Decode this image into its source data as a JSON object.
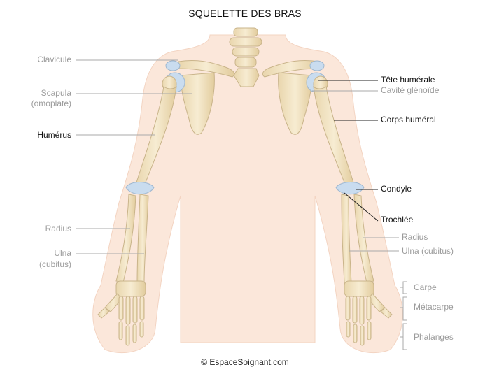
{
  "title": "SQUELETTE DES BRAS",
  "copyright": "© EspaceSoignant.com",
  "labels_left": {
    "clavicule": "Clavicule",
    "scapula": "Scapula",
    "scapula_alt": "(omoplate)",
    "humerus": "Humérus",
    "radius": "Radius",
    "ulna": "Ulna",
    "ulna_alt": "(cubitus)"
  },
  "labels_right": {
    "tete_humerale": "Tête humérale",
    "cavite_glenoide": "Cavité glénoïde",
    "corps_humeral": "Corps huméral",
    "condyle": "Condyle",
    "trochlee": "Trochlée",
    "radius": "Radius",
    "ulna": "Ulna (cubitus)"
  },
  "hand_regions": {
    "carpe": "Carpe",
    "metacarpe": "Métacarpe",
    "phalanges": "Phalanges"
  },
  "colors": {
    "skin": "#fbe6d8",
    "bone": "#f2e3c0",
    "bone_stroke": "#c9b48a",
    "cartilage": "#c9dcef",
    "leader_grey": "#aaaaaa",
    "leader_dark": "#222222"
  }
}
